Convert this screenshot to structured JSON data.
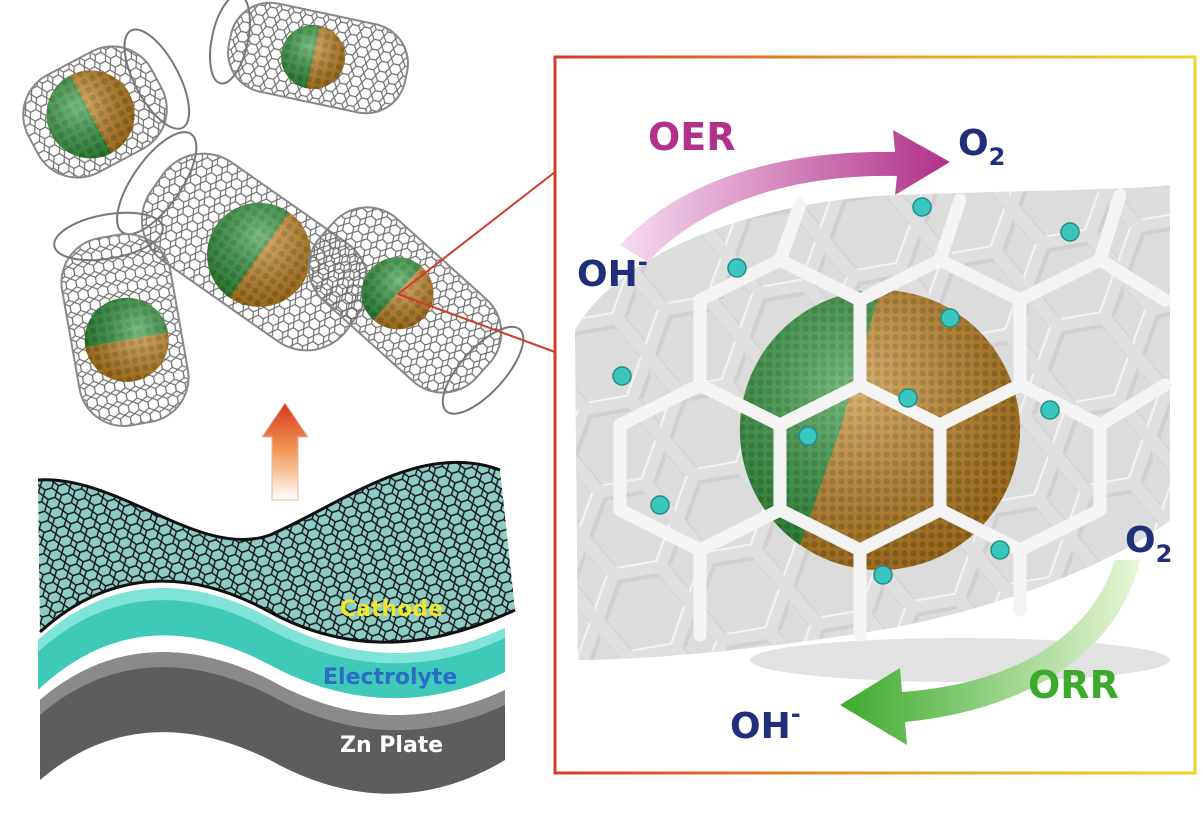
{
  "labels": {
    "oer": "OER",
    "orr": "ORR",
    "o2_top": "O",
    "o2_top_sub": "2",
    "o2_right": "O",
    "o2_right_sub": "2",
    "oh_top": "OH",
    "oh_top_sup": "-",
    "oh_bottom": "OH",
    "oh_bottom_sup": "-",
    "cathode": "Cathode",
    "electrolyte": "Electrolyte",
    "zn_plate": "Zn Plate"
  },
  "colors": {
    "oer": "#b0308c",
    "orr": "#3caa2c",
    "species": "#1f2f7a",
    "cathode": "#f0e62a",
    "electrolyte": "#2b6cc4",
    "zn_plate": "#ffffff",
    "electrolyte_layer": "#3ec9b8",
    "zn_layer": "#5d5d5d",
    "particle_green": "#2f9a3a",
    "particle_orange": "#c98a22",
    "dopant": "#3cc6c0"
  },
  "icons": {
    "up_arrow": "gradient-up-arrow",
    "oer_arrow": "curved-arrow-right",
    "orr_arrow": "curved-arrow-left"
  }
}
